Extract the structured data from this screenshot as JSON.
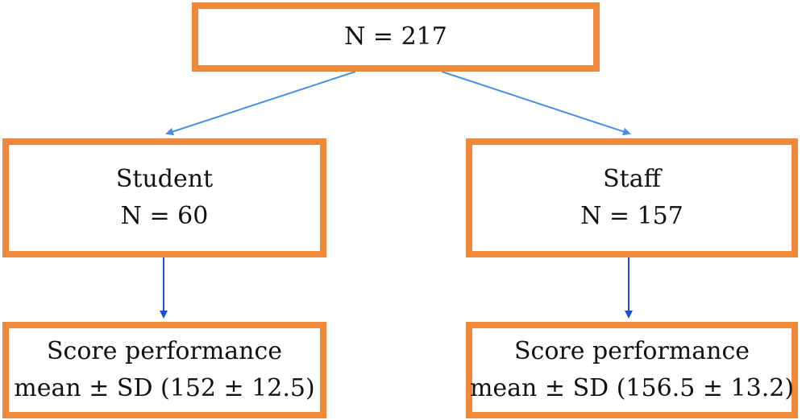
{
  "diagram": {
    "root": {
      "label": "N = 217"
    },
    "groups": [
      {
        "name": "Student",
        "count_label": "N = 60",
        "result_title": "Score performance",
        "result_value": "mean ± SD (152 ± 12.5)"
      },
      {
        "name": "Staff",
        "count_label": "N = 157",
        "result_title": "Score performance",
        "result_value": "mean ± SD (156.5 ± 13.2)"
      }
    ]
  },
  "colors": {
    "box_border": "#f0883a",
    "arrow_top": "#4a90e2",
    "arrow_down": "#1f4ed8"
  }
}
